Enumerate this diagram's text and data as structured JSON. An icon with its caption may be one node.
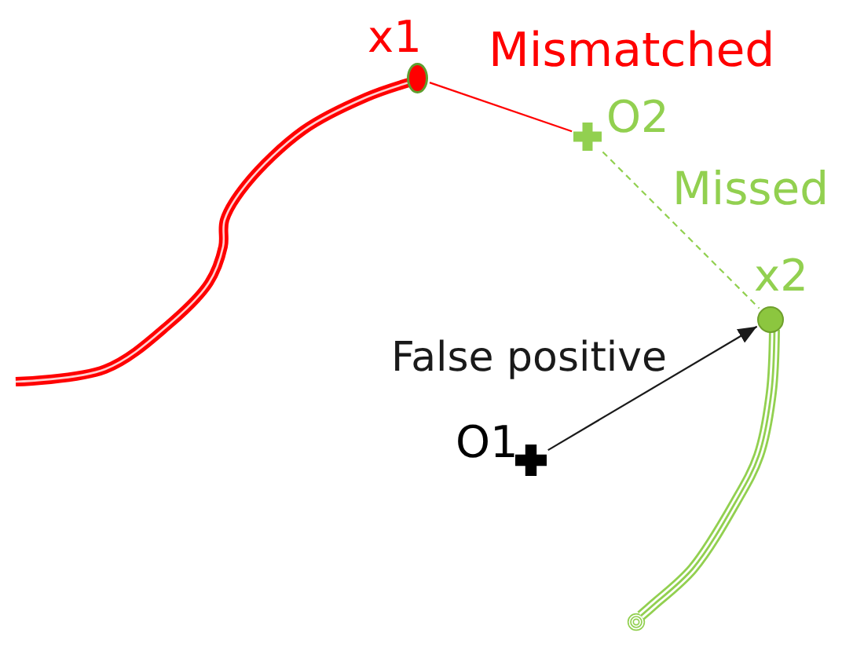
{
  "diagram": {
    "nodes": [
      {
        "text": [],
        "shape": "circle",
        "beside": [
          "x1"
        ]
      },
      {
        "text": [],
        "shape": "cross",
        "beside": [
          "O2"
        ]
      },
      {
        "text": [],
        "shape": "circle",
        "beside": [
          "x2"
        ]
      },
      {
        "text": [],
        "shape": "cross",
        "beside": [
          "O1"
        ]
      }
    ],
    "edges": [
      {
        "from": 0,
        "to": 1,
        "arrow": "none",
        "label": "Mismatched",
        "color": "#ff0000"
      },
      {
        "from": 1,
        "to": 2,
        "arrow": "none",
        "label": "Missed",
        "style": "dashed",
        "color": "#92d050"
      },
      {
        "from": 3,
        "to": 2,
        "arrow": "to",
        "label": "False positive",
        "color": "#1a1a1a"
      }
    ]
  }
}
